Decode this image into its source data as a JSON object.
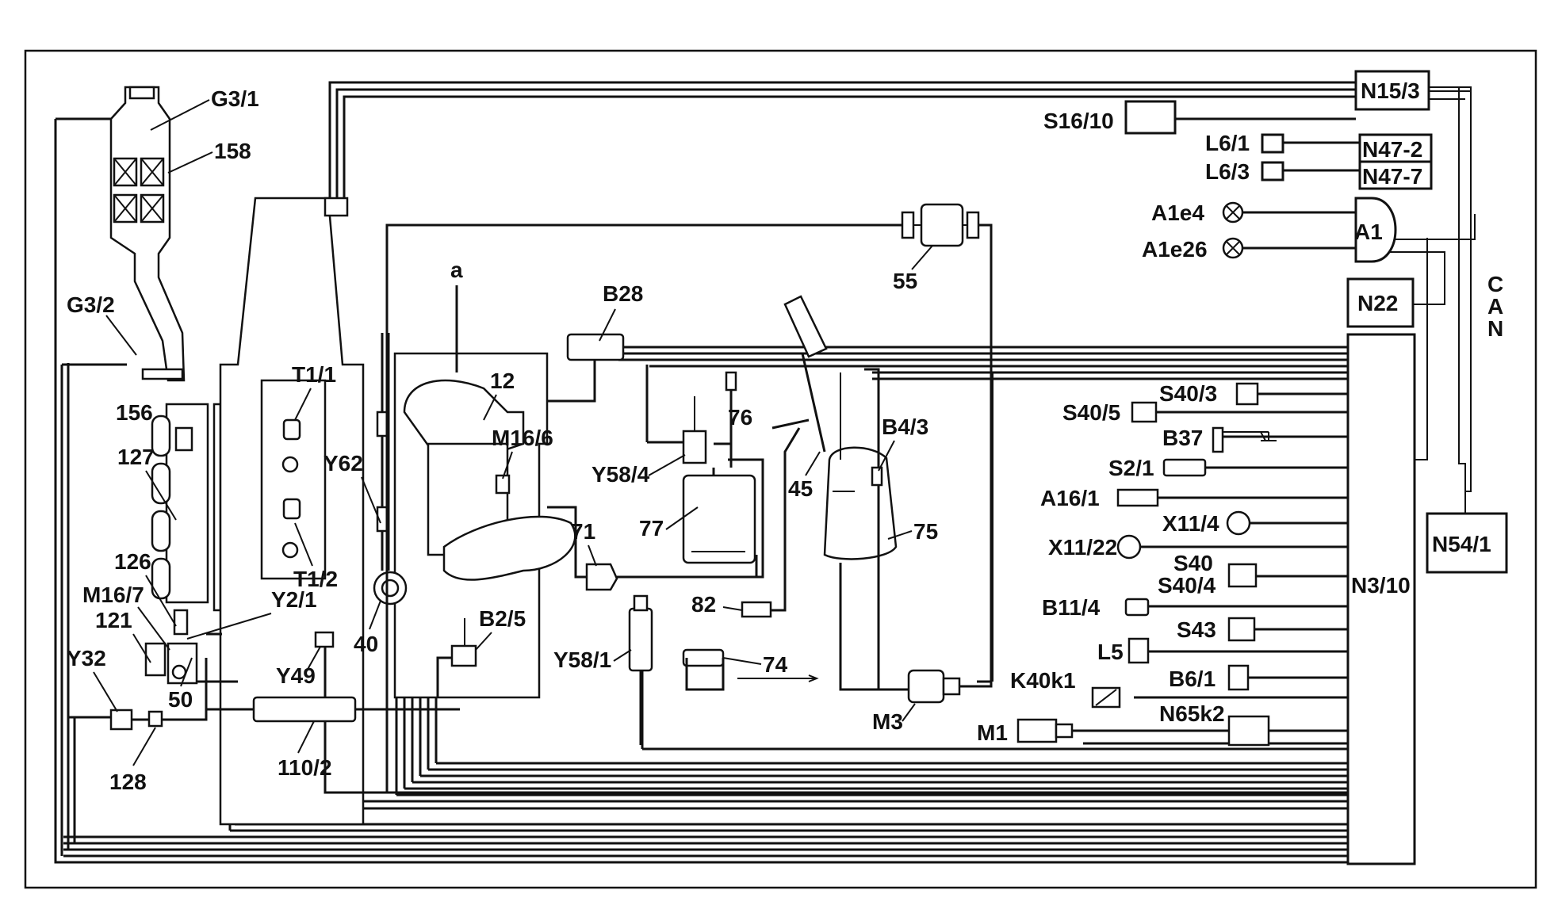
{
  "labels": {
    "g3_1": "G3/1",
    "l158": "158",
    "g3_2": "G3/2",
    "l156": "156",
    "l127": "127",
    "l126": "126",
    "m16_7": "M16/7",
    "l121": "121",
    "y32": "Y32",
    "l128": "128",
    "l50": "50",
    "y2_1": "Y2/1",
    "y49": "Y49",
    "l110_2": "110/2",
    "t1_1": "T1/1",
    "t1_2": "T1/2",
    "y62": "Y62",
    "l40": "40",
    "a": "a",
    "l12": "12",
    "m16_6": "M16/6",
    "b28": "B28",
    "b2_5": "B2/5",
    "l71": "71",
    "y58_4": "Y58/4",
    "l77": "77",
    "l76": "76",
    "l45": "45",
    "l55": "55",
    "b4_3": "B4/3",
    "l75": "75",
    "l82": "82",
    "y58_1": "Y58/1",
    "l74": "74",
    "m3": "M3",
    "k40k1": "K40k1",
    "m1": "M1",
    "n65k2": "N65k2",
    "s16_10": "S16/10",
    "n15_3": "N15/3",
    "l6_1": "L6/1",
    "l6_3": "L6/3",
    "n47_2": "N47-2",
    "n47_7": "N47-7",
    "a1e4": "A1e4",
    "a1e26": "A1e26",
    "a1": "A1",
    "n22": "N22",
    "can_c": "C",
    "can_a": "A",
    "can_n": "N",
    "s40_3": "S40/3",
    "s40_5": "S40/5",
    "b37": "B37",
    "s2_1": "S2/1",
    "a16_1": "A16/1",
    "x11_4": "X11/4",
    "x11_22": "X11/22",
    "s40": "S40",
    "s40_4": "S40/4",
    "n3_10": "N3/10",
    "n54_1": "N54/1",
    "b11_4": "B11/4",
    "s43": "S43",
    "l5": "L5",
    "b6_1": "B6/1"
  }
}
